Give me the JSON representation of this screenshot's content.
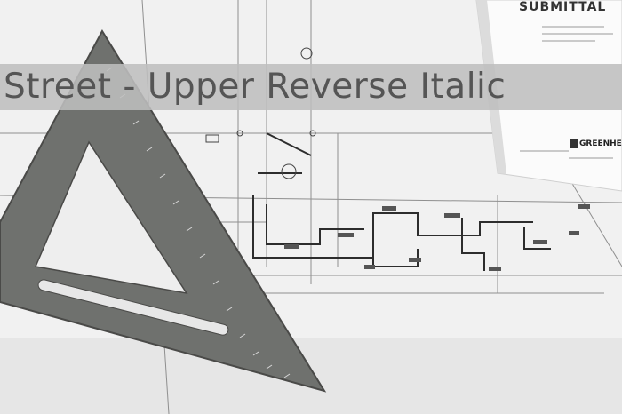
{
  "caption": {
    "text": "Street - Upper Reverse Italic"
  },
  "document": {
    "title": "SUBMITTAL",
    "brand": "GREENHE"
  },
  "colors": {
    "paper": "#f4f4f4",
    "banner": "#bebebe",
    "banner_text": "#555555",
    "triangle": "#6f716e",
    "line": "#8a8a8a"
  }
}
